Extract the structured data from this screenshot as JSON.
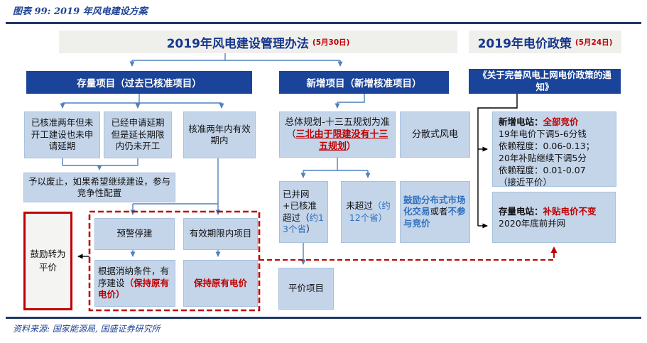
{
  "figure": {
    "title": "图表 99: 2019 年风电建设方案",
    "source": "资料来源: 国家能源局, 国盛证券研究所"
  },
  "headers": {
    "management": {
      "title": "2019年风电建设管理办法",
      "date": "(5月30日)"
    },
    "price": {
      "title": "2019年电价政策",
      "date": "(5月24日)"
    }
  },
  "stock": {
    "bar": "存量项目（过去已核准项目）",
    "approved_no_start": "已核准两年但未开工建设也未申请延期",
    "extended_no_start": "已经申请延期但是延长期限内仍未开工",
    "within_validity": "核准两年内有效期内",
    "abolish": "予以废止，如果希望继续建设，参与竞争性配置",
    "encourage_parity": "鼓励转为平价",
    "warning_stop": "预警停建",
    "valid_period_projects": "有效期限内项目",
    "orderly_build": {
      "text": "根据消纳条件，有序建设",
      "red": "（保持原有电价）"
    },
    "keep_original_price": "保持原有电价"
  },
  "new": {
    "bar": "新增项目（新增核准项目）",
    "overall_plan": {
      "pre": "总体规划-十三五规划为准（",
      "red": "三北由于限建没有十三五规划",
      "post": "）"
    },
    "distributed_wind": "分散式风电",
    "grid_exceed": {
      "pre": "已并网+已核准超过（",
      "blue": "约13个省",
      "post": "）"
    },
    "not_exceed": {
      "pre": "未超过",
      "blue": "（约12个省）"
    },
    "encourage_market": {
      "blue1": "鼓励分布式市场化交易",
      "black": "或者",
      "blue2": "不参与竞价"
    },
    "parity_projects": "平价项目"
  },
  "policy": {
    "notice": "《关于完善风电上网电价政策的通知》",
    "new_station": {
      "label": "新增电站：",
      "highlight": "全部竞价",
      "lines": [
        "19年电价下调5-6分钱",
        "依赖程度：0.06-0.13；",
        "20年补贴继续下调5分",
        "依赖程度：0.01-0.07",
        "（接近平价）"
      ]
    },
    "stock_station": {
      "label": "存量电站：",
      "highlight": "补贴电价不变",
      "line": "2020年底前并网"
    }
  },
  "colors": {
    "navy_bar": "#1a4499",
    "header_text": "#16368c",
    "light_blue_fill": "#c4d5ea",
    "arrow_blue": "#4f81bd",
    "accent_blue": "#2f6fbe",
    "red": "#c00000",
    "rule_navy": "#1f3864",
    "header_gray": "#efefec"
  }
}
